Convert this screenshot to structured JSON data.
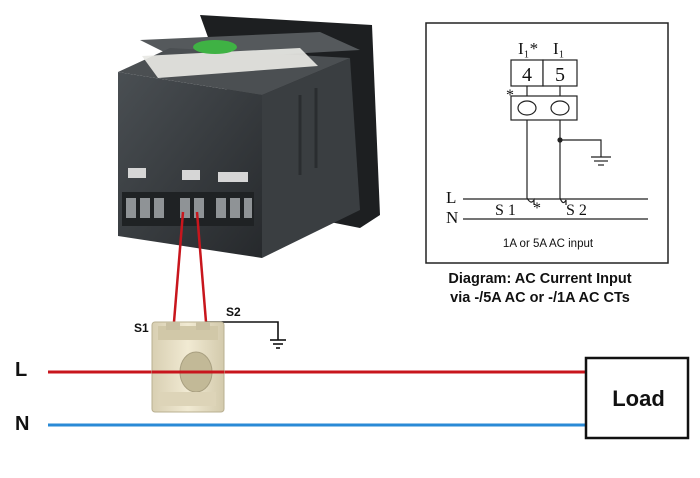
{
  "wiring": {
    "line_label": "L",
    "neutral_label": "N",
    "ct_s1_label": "S1",
    "ct_s2_label": "S2",
    "load_label": "Load"
  },
  "schematic": {
    "terminal_4_label": "4",
    "terminal_5_label": "5",
    "terminal_4_header": "I₁*",
    "terminal_5_header": "I₁",
    "polarity_mark": "*",
    "line_label": "L",
    "neutral_label": "N",
    "s1_label": "S 1",
    "s2_label": "S 2",
    "input_note": "1A or 5A AC input"
  },
  "caption": {
    "line1": "Diagram: AC Current Input",
    "line2": "via -/5A AC or -/1A AC CTs"
  },
  "colors": {
    "line_wire": "#c8161d",
    "neutral_wire": "#2a8ad6",
    "meter_body": "#2f3336",
    "ct_body": "#e9e1c6"
  }
}
